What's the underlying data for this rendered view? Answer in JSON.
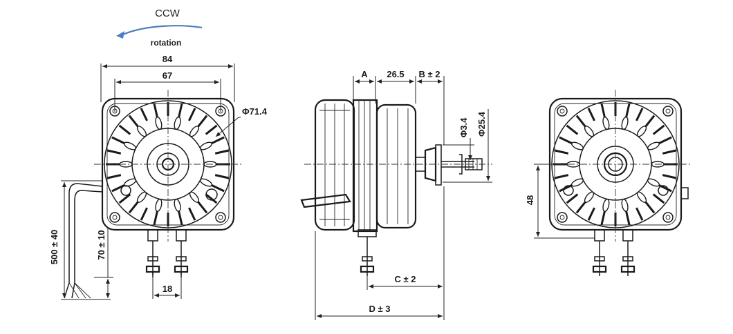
{
  "rotation": {
    "direction": "CCW",
    "caption": "rotation",
    "arrow_color": "#4a7fc1"
  },
  "front_view": {
    "width_84": "84",
    "hole_67": "67",
    "diameter": "Φ71.4",
    "lead_length": "500 ± 40",
    "strip_length": "70 ± 10",
    "terminal_spacing": "18"
  },
  "side_view": {
    "dim_a": "A",
    "dim_26_5": "26.5",
    "dim_b": "B ± 2",
    "shaft_3_4": "Φ3.4",
    "boss_25_4": "Φ25.4",
    "dim_c": "C ± 2",
    "dim_d": "D ± 3"
  },
  "rear_view": {
    "height_48": "48"
  }
}
